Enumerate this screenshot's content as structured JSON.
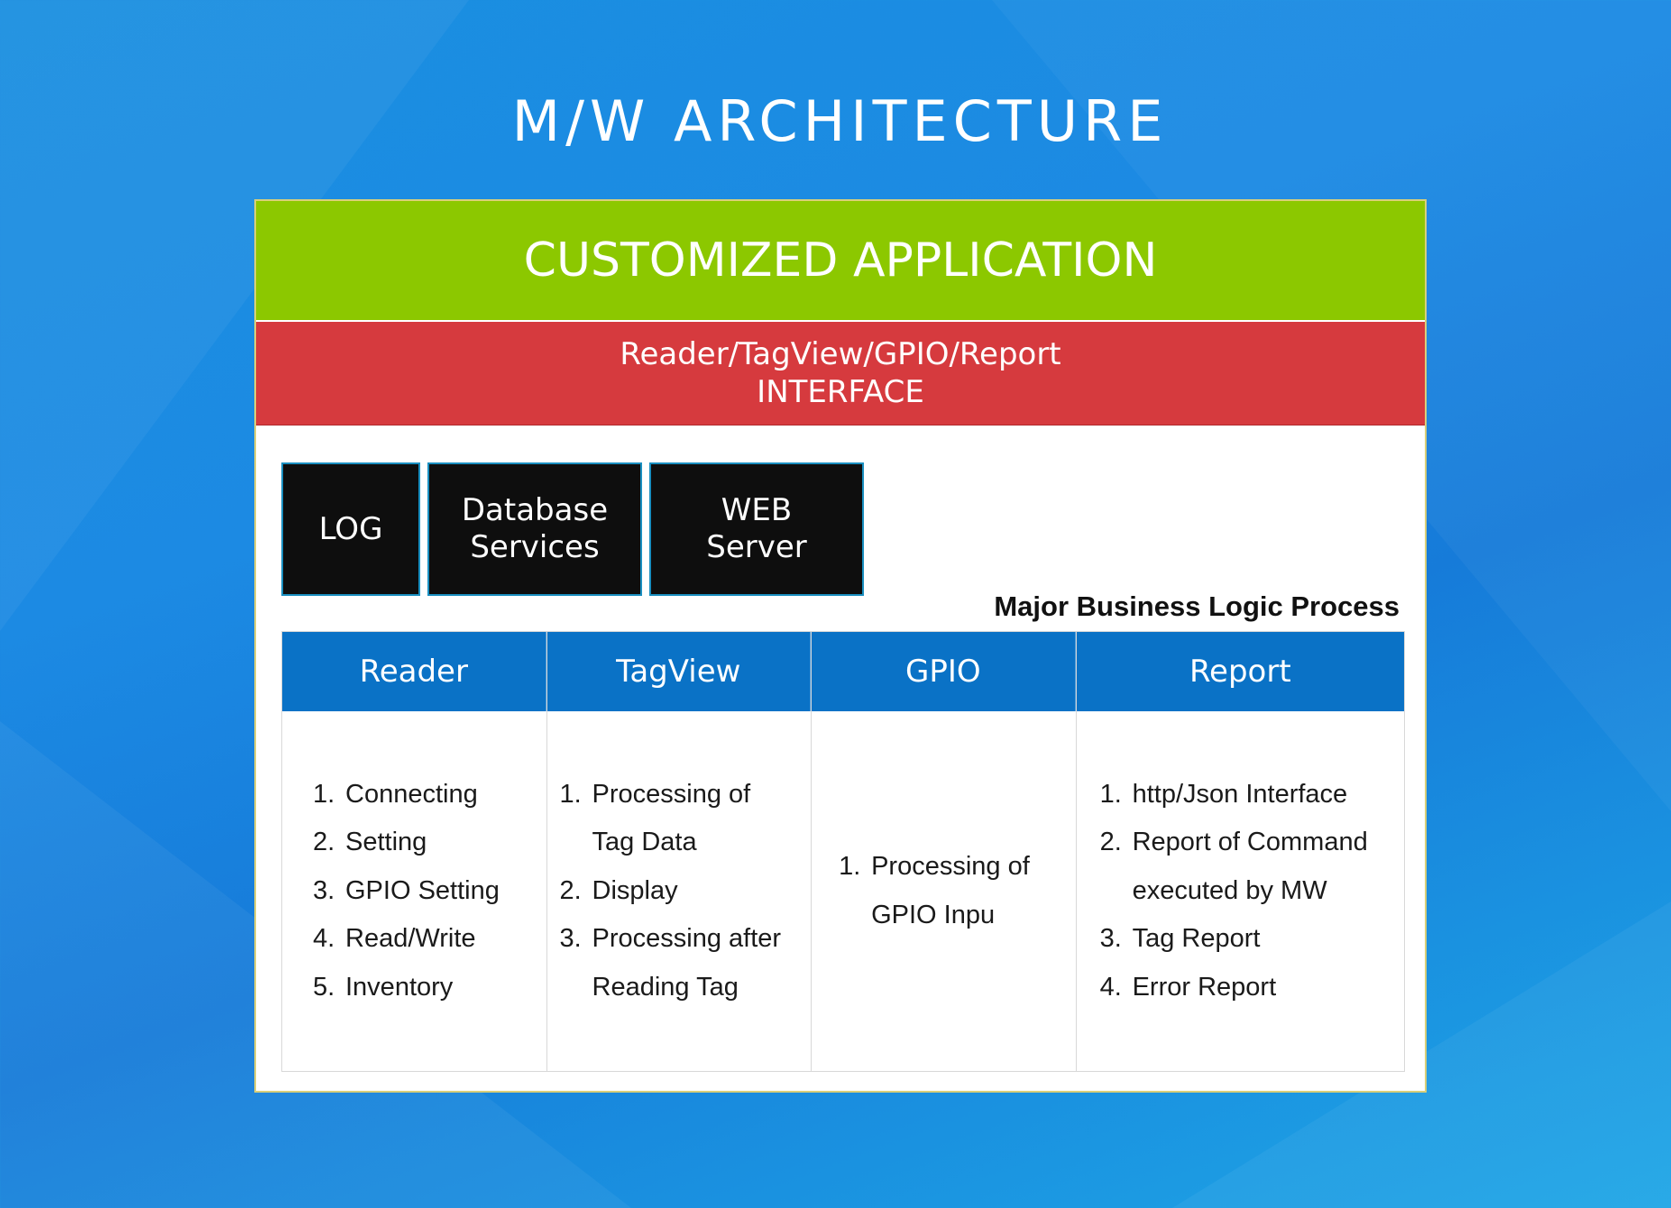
{
  "title": "M/W ARCHITECTURE",
  "application": {
    "label": "CUSTOMIZED APPLICATION"
  },
  "interface": {
    "line1": "Reader/TagView/GPIO/Report",
    "line2": "INTERFACE"
  },
  "services": [
    {
      "lines": [
        "LOG"
      ]
    },
    {
      "lines": [
        "Database",
        "Services"
      ]
    },
    {
      "lines": [
        "WEB",
        "Server"
      ]
    }
  ],
  "business_logic_label": "Major Business Logic Process",
  "modules": [
    {
      "header": "Reader",
      "items": [
        {
          "num": "1.",
          "text": "Connecting",
          "cont": ""
        },
        {
          "num": "2.",
          "text": "Setting",
          "cont": ""
        },
        {
          "num": "3.",
          "text": "GPIO Setting",
          "cont": ""
        },
        {
          "num": "4.",
          "text": "Read/Write",
          "cont": ""
        },
        {
          "num": "5.",
          "text": "Inventory",
          "cont": ""
        }
      ]
    },
    {
      "header": "TagView",
      "items": [
        {
          "num": "1.",
          "text": "Processing of",
          "cont": "Tag Data"
        },
        {
          "num": "2.",
          "text": "Display",
          "cont": ""
        },
        {
          "num": "3.",
          "text": "Processing after",
          "cont": "Reading Tag"
        }
      ]
    },
    {
      "header": "GPIO",
      "items": [
        {
          "num": "1.",
          "text": "Processing of",
          "cont": "GPIO Inpu"
        }
      ]
    },
    {
      "header": "Report",
      "items": [
        {
          "num": "1.",
          "text": "http/Json Interface",
          "cont": ""
        },
        {
          "num": "2.",
          "text": "Report of Command",
          "cont": "executed by MW"
        },
        {
          "num": "3.",
          "text": "Tag Report",
          "cont": ""
        },
        {
          "num": "4.",
          "text": "Error Report",
          "cont": ""
        }
      ]
    }
  ],
  "colors": {
    "application": "#8cc800",
    "interface": "#d63a3e",
    "module_header": "#0a72c6",
    "service_box": "#0e0e0e"
  }
}
